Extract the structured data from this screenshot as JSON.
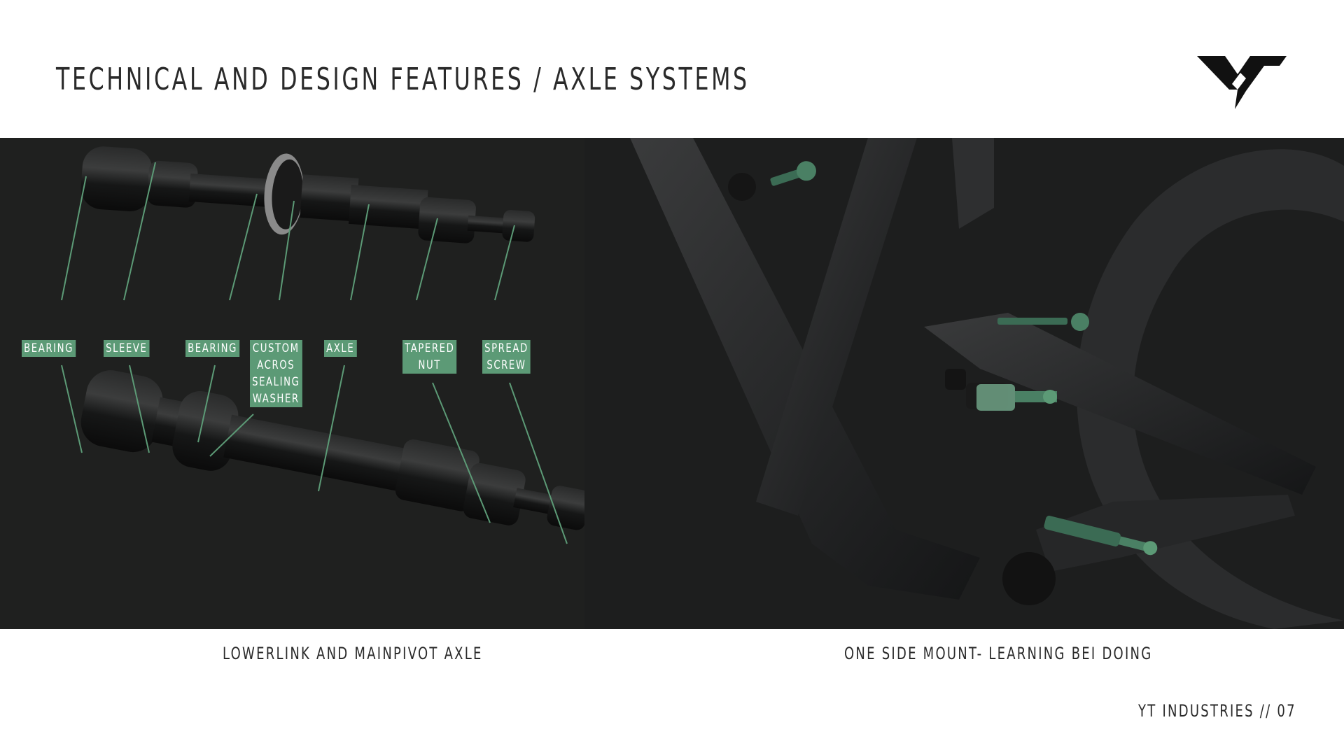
{
  "header": {
    "title": "TECHNICAL AND DESIGN FEATURES / AXLE SYSTEMS",
    "logo_icon": "yt-logo-icon"
  },
  "axle_parts": [
    {
      "label": "BEARING"
    },
    {
      "label": "SLEEVE"
    },
    {
      "label": "BEARING"
    },
    {
      "label": "CUSTOM\nACROS\nSEALING\nWASHER"
    },
    {
      "label": "AXLE"
    },
    {
      "label": "TAPERED\nNUT"
    },
    {
      "label": "SPREAD\nSCREW"
    }
  ],
  "captions": {
    "left": "LOWERLINK AND MAINPIVOT AXLE",
    "right": "ONE SIDE MOUNT- LEARNING BEI DOING"
  },
  "footer": {
    "text": "YT INDUSTRIES // 07"
  },
  "colors": {
    "accent_green": "#5c9a76",
    "panel_dark": "#1f201f",
    "title_text": "#2a2a2a"
  }
}
